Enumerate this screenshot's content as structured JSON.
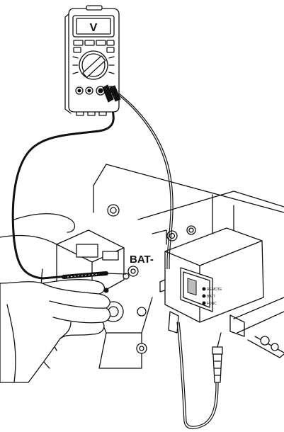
{
  "meter": {
    "display_unit": "V"
  },
  "callouts": {
    "terminal_label": "BAT-"
  },
  "module_panel": {
    "indicator_labels": [
      "REMOTE",
      "BATT",
      "FUNC"
    ]
  }
}
